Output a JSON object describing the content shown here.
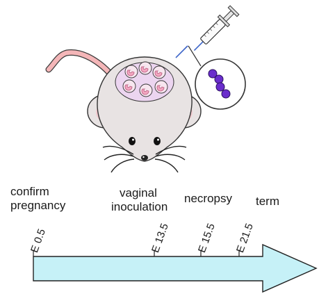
{
  "stages": [
    {
      "label_lines": [
        "confirm",
        "pregnancy"
      ],
      "tick": "E 0.5"
    },
    {
      "label_lines": [
        "vaginal",
        "inoculation"
      ],
      "tick": "E 13.5"
    },
    {
      "label_lines": [
        "necropsy"
      ],
      "tick": "E 15.5"
    },
    {
      "label_lines": [
        "term"
      ],
      "tick": "E 21.5"
    }
  ],
  "colors": {
    "arrow_fill": "#c6f1f7",
    "mouse_body": "#e8e3e3",
    "tail": "#f4b6b8",
    "uterus": "#ecd5f0",
    "embryo": "#f2a6c0",
    "bacteria": "#6a2dcc",
    "needle": "#3b63c8"
  },
  "icons": [
    "mouse-illustration",
    "syringe-icon",
    "bacteria-chain-icon",
    "timeline-arrow"
  ]
}
